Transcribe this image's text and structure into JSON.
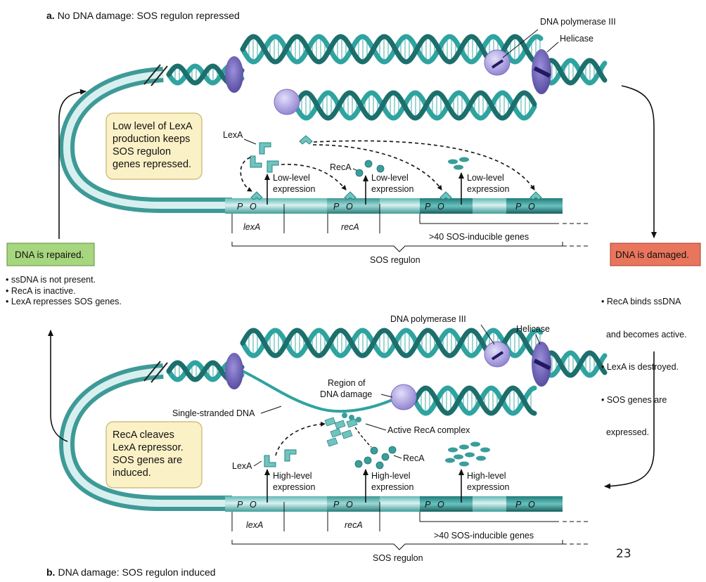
{
  "panel_a": {
    "letter": "a.",
    "caption": "No DNA damage: SOS regulon repressed",
    "note_lines": [
      "Low level of LexA",
      "production keeps",
      "SOS regulon",
      "genes repressed."
    ],
    "dna_polymerase": "DNA polymerase III",
    "helicase": "Helicase",
    "lexa_protein": "LexA",
    "reca_protein": "RecA",
    "expression_1": [
      "Low-level",
      "expression"
    ],
    "expression_2": [
      "Low-level",
      "expression"
    ],
    "expression_3": [
      "Low-level",
      "expression"
    ],
    "gene_lexa": "lexA",
    "gene_reca": "recA",
    "promoter": "P",
    "operator": "O",
    "sos_genes": ">40 SOS-inducible genes",
    "regulon": "SOS regulon"
  },
  "panel_b": {
    "letter": "b.",
    "caption": "DNA damage: SOS regulon induced",
    "note_lines": [
      "RecA cleaves",
      "LexA repressor.",
      "SOS genes are",
      "induced."
    ],
    "dna_polymerase": "DNA polymerase III",
    "helicase": "Helicase",
    "region_damage": [
      "Region of",
      "DNA damage"
    ],
    "single_stranded": "Single-stranded DNA",
    "active_complex": "Active RecA complex",
    "lexa_protein": "LexA",
    "reca_protein": "RecA",
    "expression_1": [
      "High-level",
      "expression"
    ],
    "expression_2": [
      "High-level",
      "expression"
    ],
    "expression_3": [
      "High-level",
      "expression"
    ],
    "gene_lexa": "lexA",
    "gene_reca": "recA",
    "promoter": "P",
    "operator": "O",
    "sos_genes": ">40 SOS-inducible genes",
    "regulon": "SOS regulon"
  },
  "left_state": {
    "label": "DNA is repaired.",
    "bullets": [
      "• ssDNA is not present.",
      "• RecA is inactive.",
      "• LexA represses SOS genes."
    ]
  },
  "right_state": {
    "label": "DNA is damaged.",
    "bullets": [
      "• RecA binds ssDNA",
      "  and becomes active.",
      "• LexA is destroyed.",
      "• SOS genes are",
      "  expressed."
    ]
  },
  "slide_number": "23",
  "colors": {
    "dna_teal": "#2fa3a0",
    "dna_dark": "#1c6f6c",
    "dna_light": "#bfe5e4",
    "protein_purple": "#6a5fb3",
    "note_fill": "#fbf1c6",
    "repaired_fill": "#a6d67e",
    "damaged_fill": "#e9765c"
  }
}
